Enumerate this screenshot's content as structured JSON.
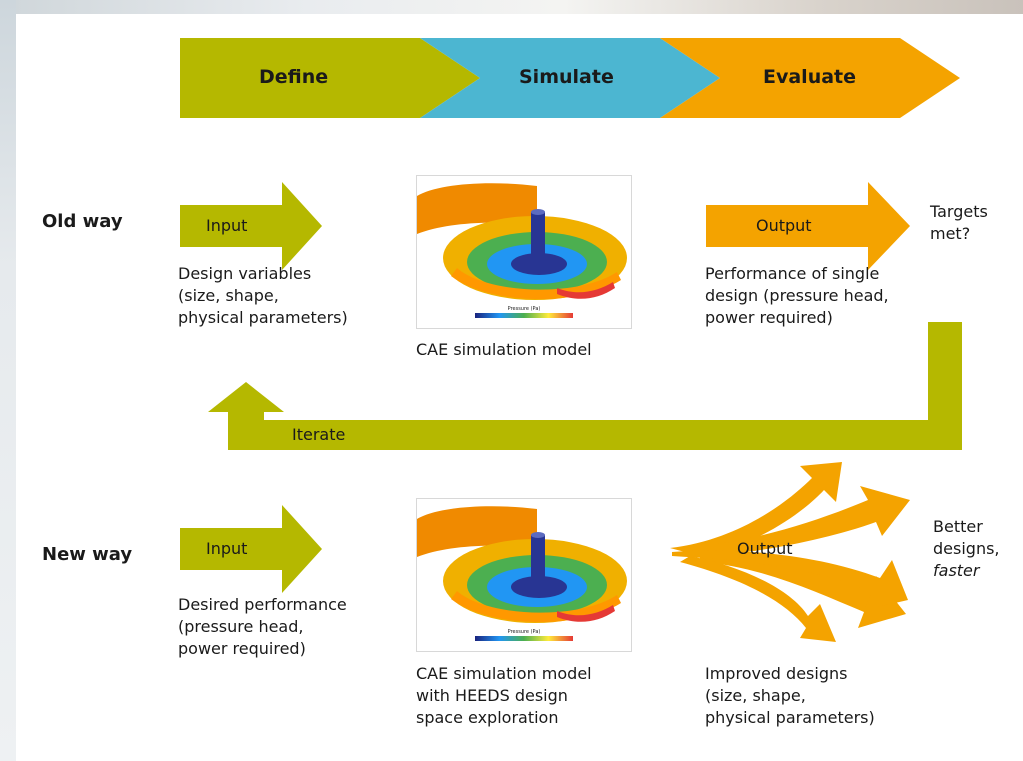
{
  "phases": [
    "Define",
    "Simulate",
    "Evaluate"
  ],
  "colors": {
    "define": "#b5b800",
    "simulate": "#4cb6d1",
    "evaluate": "#f4a300",
    "output_arrow": "#f4a300",
    "iterate_arrow": "#b5b800"
  },
  "old_way": {
    "label": "Old way",
    "input_label": "Input",
    "input_desc": [
      "Design variables",
      "(size, shape,",
      "physical parameters)"
    ],
    "model_caption": [
      "CAE simulation model"
    ],
    "output_label": "Output",
    "output_desc": [
      "Performance of single",
      "design (pressure head,",
      "power required)"
    ],
    "targets": [
      "Targets",
      "met?"
    ],
    "iterate_label": "Iterate"
  },
  "new_way": {
    "label": "New way",
    "input_label": "Input",
    "input_desc": [
      "Desired performance",
      "(pressure head,",
      "power required)"
    ],
    "model_caption": [
      "CAE simulation model",
      "with HEEDS design",
      "space exploration"
    ],
    "output_label": "Output",
    "better": [
      "Better",
      "designs,",
      "faster"
    ],
    "improved_desc": [
      "Improved designs",
      "(size, shape,",
      "physical parameters)"
    ]
  },
  "model_image": {
    "colorbar_title": "Pressure (Pa)",
    "icon": "pump-impeller-simulation"
  }
}
